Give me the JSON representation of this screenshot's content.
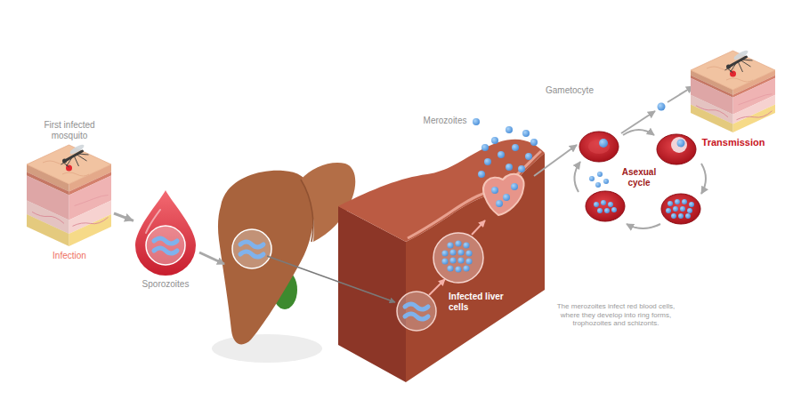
{
  "diagram": {
    "nodes": [
      {
        "text": [
          "First infected mosquito",
          "Infection"
        ]
      },
      {
        "text": [
          "Sporozoites"
        ]
      },
      {
        "text": [
          "Infected liver cells"
        ]
      },
      {
        "text": [
          "Transmission"
        ]
      }
    ],
    "edges": [
      {
        "from": 0,
        "to": 1,
        "arrow": "to"
      }
    ],
    "labels": [
      "Merozoites",
      "Gametocyte",
      "Asexual cycle",
      "The merozoites infect red blood cells, where they develop into ring forms, trophozoites and schizonts."
    ]
  }
}
